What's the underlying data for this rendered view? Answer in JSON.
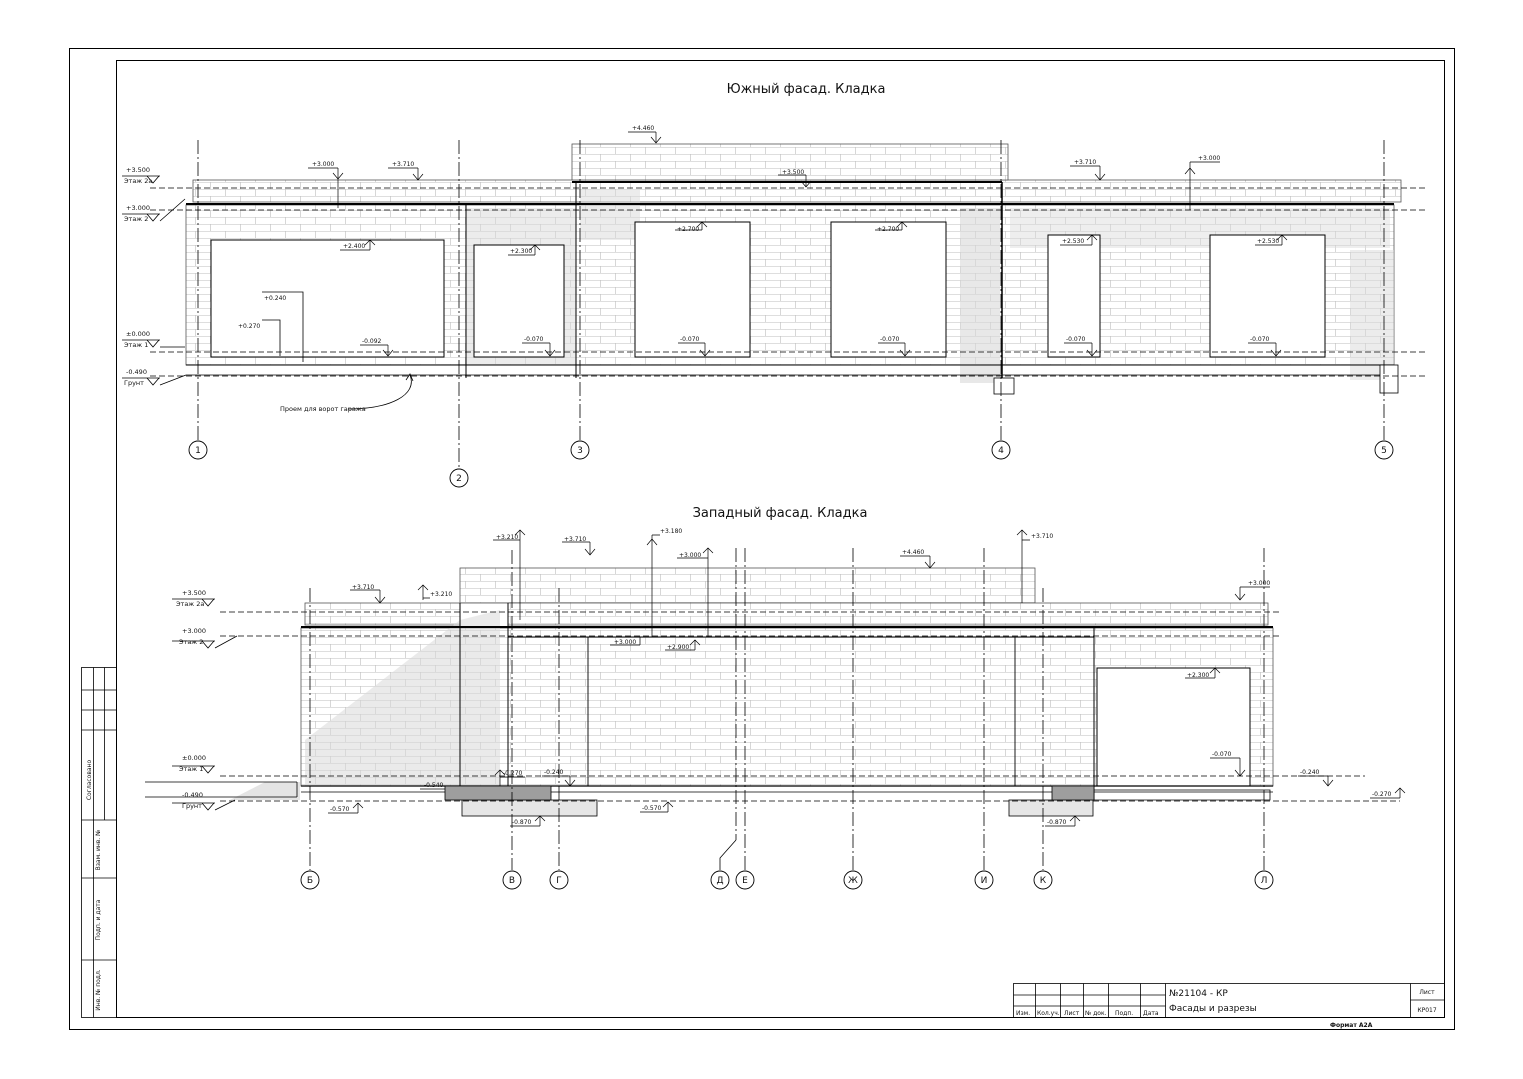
{
  "south": {
    "title": "Южный фасад. Кладка",
    "levels": [
      {
        "value": "+3.500",
        "name": "Этаж 2а"
      },
      {
        "value": "+3.000",
        "name": "Этаж 2"
      },
      {
        "value": "±0.000",
        "name": "Этаж 1"
      },
      {
        "value": "-0.490",
        "name": "Грунт"
      }
    ],
    "marks": [
      "+4.460",
      "+3.000",
      "+3.710",
      "+3.500",
      "+3.710",
      "+3.000",
      "+2.400",
      "+2.300",
      "+2.700",
      "+2.700",
      "+2.530",
      "+2.530",
      "+0.240",
      "+0.270",
      "-0.092",
      "-0.070",
      "-0.070",
      "-0.070",
      "-0.070",
      "-0.070"
    ],
    "note": "Проем для ворот гаража",
    "axes": [
      "1",
      "2",
      "3",
      "4",
      "5"
    ]
  },
  "west": {
    "title": "Западный фасад. Кладка",
    "levels": [
      {
        "value": "+3.500",
        "name": "Этаж 2а"
      },
      {
        "value": "+3.000",
        "name": "Этаж 2"
      },
      {
        "value": "±0.000",
        "name": "Этаж 1"
      },
      {
        "value": "-0.490",
        "name": "Грунт"
      }
    ],
    "marks": [
      "+3.210",
      "+3.710",
      "+3.180",
      "+3.000",
      "+4.460",
      "+3.710",
      "+3.710",
      "+3.210",
      "+3.000",
      "+3.000",
      "+2.900",
      "+2.300",
      "-0.070",
      "-0.270",
      "-0.240",
      "-0.540",
      "-0.570",
      "-0.870",
      "-0.570",
      "-0.870",
      "-0.240",
      "-0.270"
    ],
    "axes": [
      "Б",
      "В",
      "Г",
      "Д",
      "Е",
      "Ж",
      "И",
      "К",
      "Л"
    ]
  },
  "sidebar": {
    "agreed": "Согласовано",
    "fields": [
      "Взам. инв. №",
      "Подп. и дата",
      "Инв. № подл."
    ]
  },
  "titleblock": {
    "columns": [
      "Изм.",
      "Кол.уч.",
      "Лист",
      "№ док.",
      "Подп.",
      "Дата"
    ],
    "project": "№21104 - КР",
    "sheet_title": "Фасады и разрезы",
    "sheet_label": "Лист",
    "sheet_no": "КР017",
    "format": "Формат А2А"
  }
}
